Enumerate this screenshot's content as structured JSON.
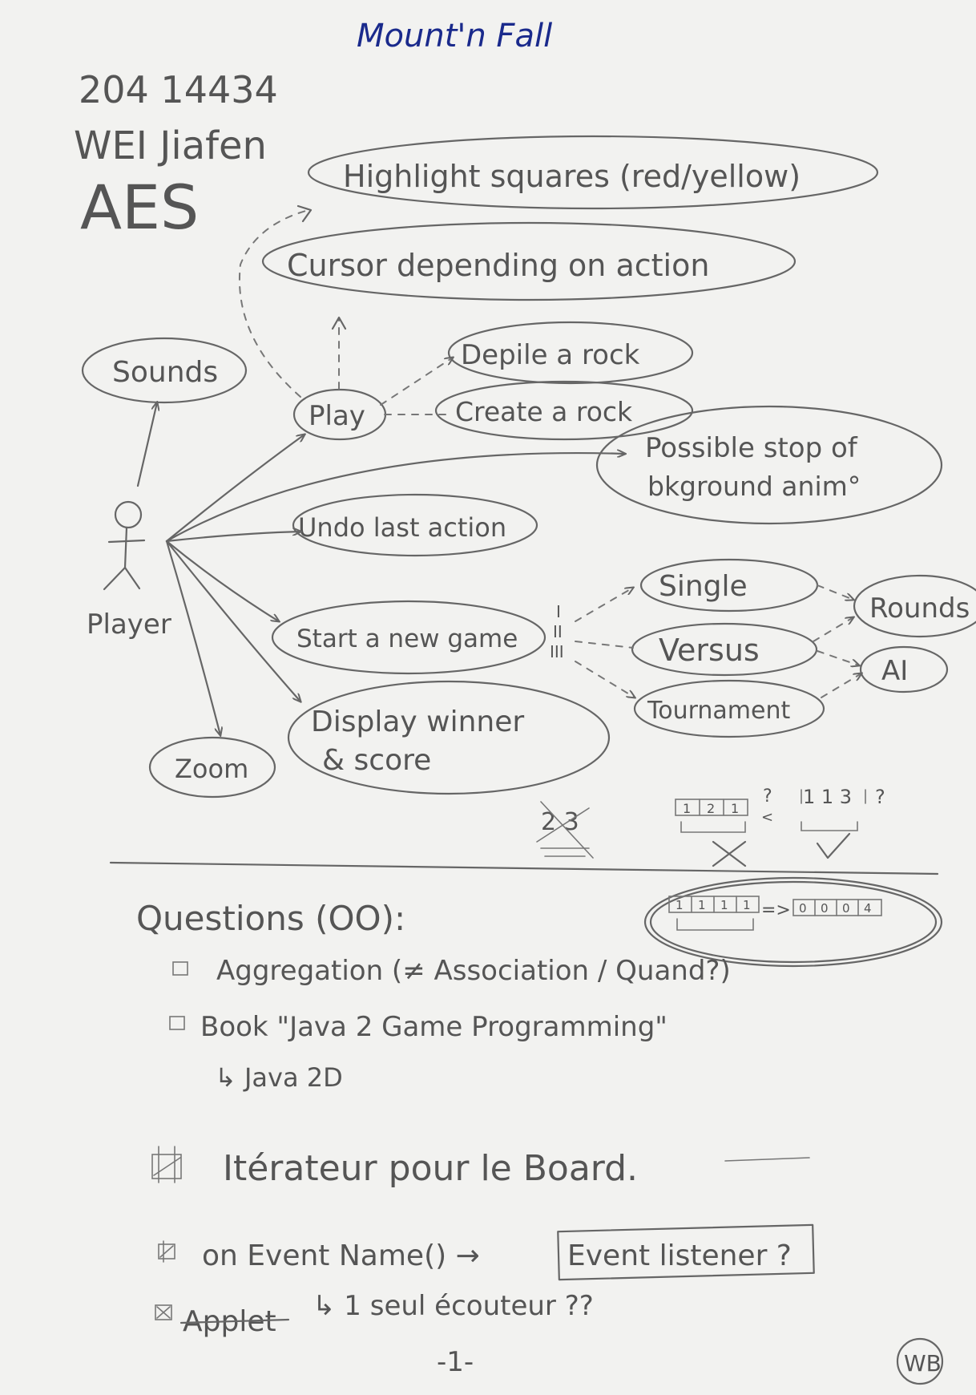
{
  "header": {
    "title": "Mount'n Fall",
    "title_color": "#1a2a8c",
    "id_number": "204 14434",
    "author": "WEI Jiafen",
    "group": "AES"
  },
  "actor": {
    "label": "Player"
  },
  "use_cases": {
    "highlight": "Highlight squares (red/yellow)",
    "cursor": "Cursor depending on action",
    "sounds": "Sounds",
    "play": "Play",
    "depile": "Depile a rock",
    "create": "Create a rock",
    "stop_line1": "Possible stop of",
    "stop_line2": "bkground anim°",
    "undo": "Undo last action",
    "start": "Start a new game",
    "single": "Single",
    "versus": "Versus",
    "tournament": "Tournament",
    "rounds": "Rounds",
    "ai": "AI",
    "display_line1": "Display winner",
    "display_line2": "& score",
    "zoom": "Zoom",
    "roman": [
      "I",
      "II",
      "III"
    ]
  },
  "sketches": {
    "crossed": "2 3",
    "array_a": [
      "1",
      "2",
      "1"
    ],
    "array_b": "1 1 3",
    "question": "?",
    "less_than": "<",
    "array_c": [
      "1",
      "1",
      "1",
      "1"
    ],
    "array_d": [
      "0",
      "0",
      "0",
      "4"
    ],
    "arrow": "=>"
  },
  "questions": {
    "heading": "Questions (OO):",
    "items": [
      "Aggregation (≠ Association / Quand?)",
      "Book \"Java 2 Game Programming\"",
      "↳ Java 2D",
      "Itérateur pour le Board.",
      "on Event Name() →",
      "Event listener ?",
      "Applet",
      "↳ 1 seul écouteur ??"
    ]
  },
  "footer": {
    "page": "-1-",
    "stamp": "WB"
  }
}
